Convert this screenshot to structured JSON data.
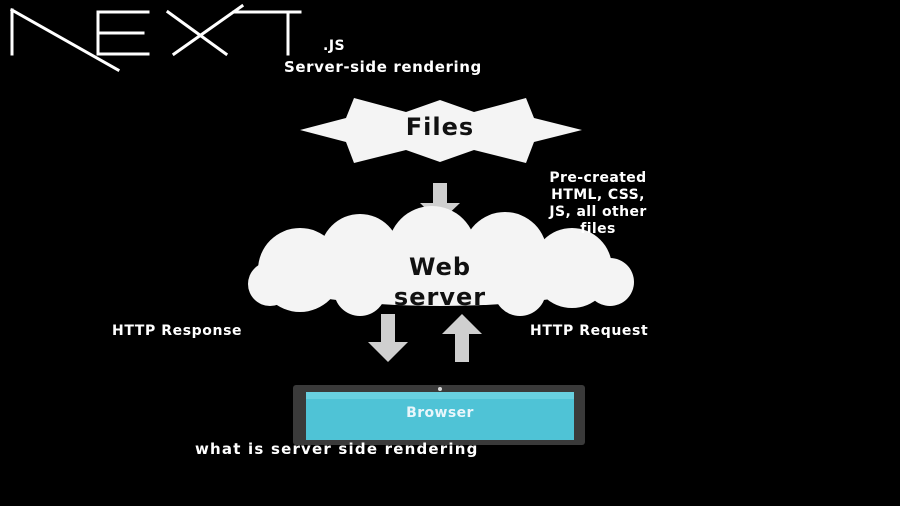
{
  "logo": {
    "wordmark": "NEXT",
    "suffix": ".JS"
  },
  "subtitle": "Server-side rendering",
  "nodes": {
    "files": "Files",
    "web_server_line1": "Web",
    "web_server_line2": "server",
    "browser": "Browser"
  },
  "files_note": {
    "line1": "Pre-created",
    "line2": "HTML, CSS,",
    "line3": "JS, all other",
    "line4": "files"
  },
  "edges": {
    "response": "HTTP Response",
    "request": "HTTP Request"
  },
  "caption": "what is server side rendering",
  "colors": {
    "background": "#000000",
    "node_fill": "#f4f4f4",
    "arrow": "#cfcfcf",
    "laptop_frame": "#3a3a3a",
    "screen": "#4fc3d6"
  }
}
